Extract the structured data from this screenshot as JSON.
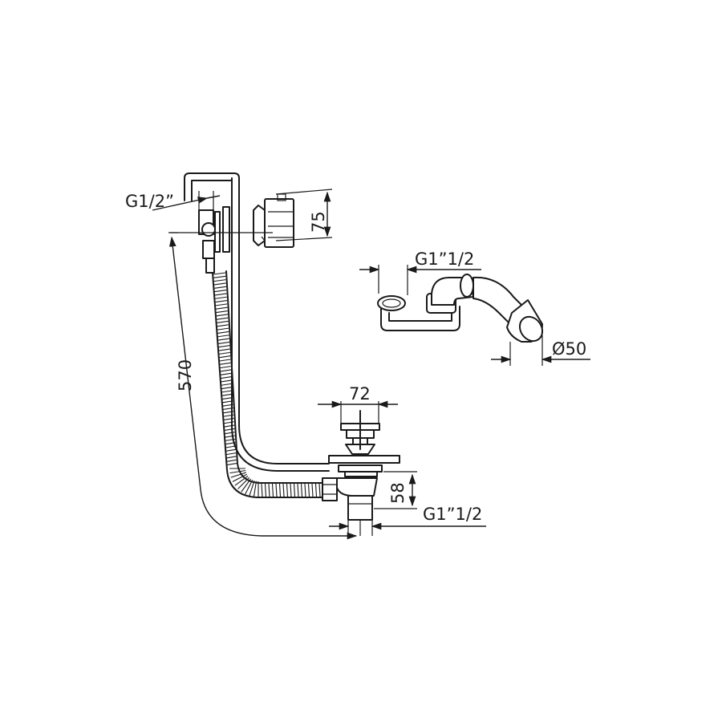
{
  "labels": {
    "valve_thread": "G1/2”",
    "overflow_height": "75",
    "siphon_thread": "G1”1/2",
    "outlet_diameter": "Ø50",
    "drain_width": "72",
    "total_length": "570",
    "drain_height": "58",
    "drain_thread": "G1”1/2"
  }
}
